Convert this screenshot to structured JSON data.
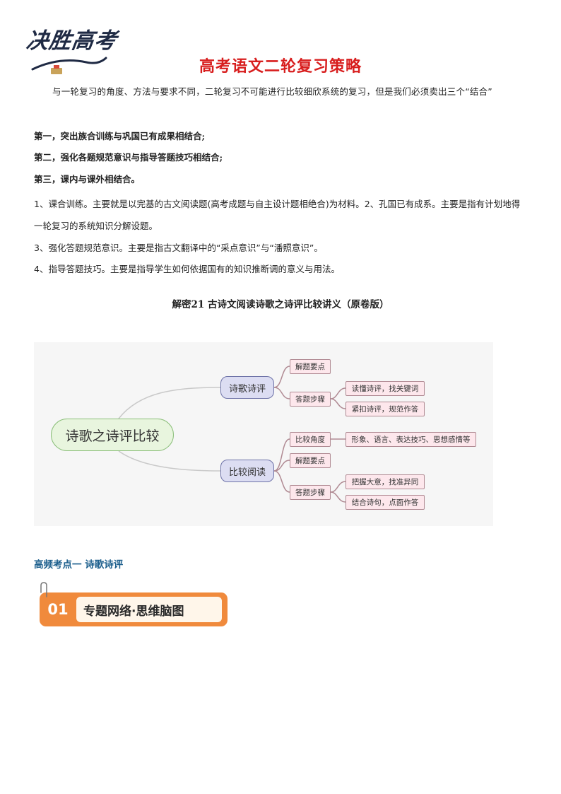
{
  "logo": {
    "text": "决胜高考"
  },
  "title": "高考语文二轮复习策略",
  "intro": "与一轮复习的角度、方法与要求不同，二轮复习不可能进行比较细欣系统的复习，但是我们必须卖出三个“结合”",
  "points": [
    "第一，突出族合训练与巩国已有成果相结合;",
    "第二，强化各题规范意识与指导答题技巧相结合;",
    "第三，课内与课外相结合。"
  ],
  "paragraphs": [
    "1、课合训练。主要就是以完基的古文阅读题(高考成题与自主设计题相绝合)为材料。2、孔国已有成系。主要是指有计划地得一轮复习的系统知识分解设题。",
    "3、强化答题规范意识。主要是指古文翻译中的“采点意识”与“潘照意识”。",
    "4、指导答题技巧。主要是指导学生如何依据国有的知识推断调的意义与用法。"
  ],
  "section_title": "解密21  古诗文阅读诗歌之诗评比较讲义（原卷版）",
  "mindmap": {
    "root": "诗歌之诗评比较",
    "branches": [
      {
        "label": "诗歌诗评",
        "children": [
          {
            "label": "解题要点",
            "children": []
          },
          {
            "label": "答题步骤",
            "children": [
              "读懂诗评，找关键词",
              "紧扣诗评，规范作答"
            ]
          }
        ]
      },
      {
        "label": "比较阅读",
        "children": [
          {
            "label": "比较角度",
            "children": [
              "形象、语言、表达技巧、思想感情等"
            ]
          },
          {
            "label": "解题要点",
            "children": []
          },
          {
            "label": "答题步骤",
            "children": [
              "把握大意，找准异同",
              "结合诗句，点面作答"
            ]
          }
        ]
      }
    ]
  },
  "subheading": "高频考点一  诗歌诗评",
  "banner": {
    "number": "01",
    "label": "专题网络·思维脑图"
  },
  "colors": {
    "title": "#d81e1e",
    "subheading": "#1b5e8c",
    "banner": "#f08a3c",
    "root_fill": "#e8f5de",
    "branch_fill": "#dcddf2",
    "leaf_fill": "#fde7ec"
  }
}
